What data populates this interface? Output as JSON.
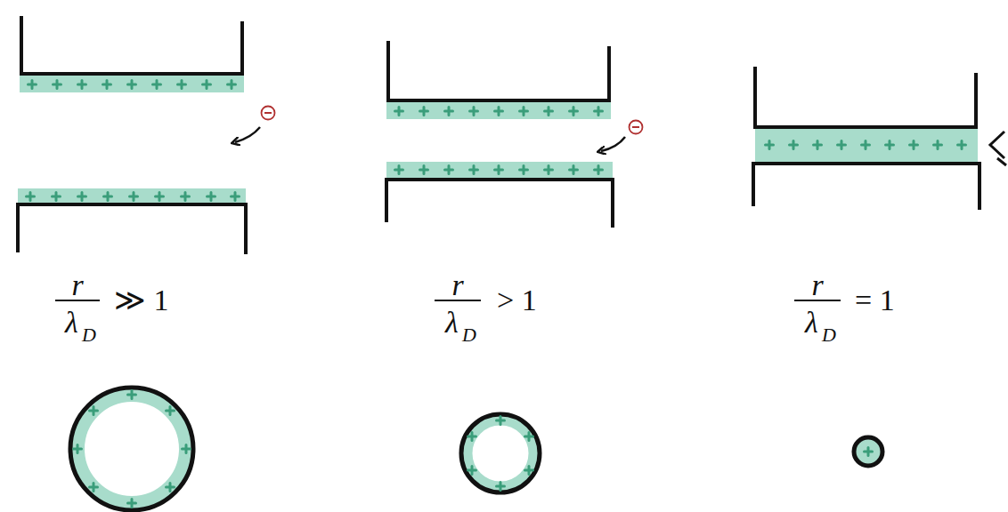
{
  "diagram": {
    "labels": [
      "r",
      "λ",
      "D",
      "≫ 1",
      "r",
      "λ",
      "D",
      "> 1",
      "r",
      "λ",
      "D",
      "= 1"
    ]
  }
}
